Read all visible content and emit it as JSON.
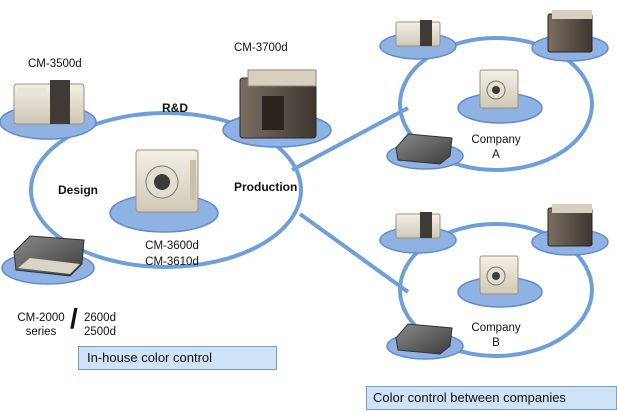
{
  "colors": {
    "ring": "#6f9fd8",
    "pad": "#8fb2e3",
    "pad_edge": "#5f8ccf",
    "box_fill": "#cfe3f6",
    "box_border": "#6f9fd8"
  },
  "labels": {
    "cm3500d": "CM-3500d",
    "cm3700d": "CM-3700d",
    "rd": "R&D",
    "design": "Design",
    "production": "Production",
    "cm3600d": "CM-3600d",
    "cm3610d": "CM-3610d",
    "cm2000": "CM-2000",
    "series": "series",
    "slash": "/",
    "cm2600d": "2600d",
    "cm2500d": "2500d",
    "company_a_1": "Company",
    "company_a_2": "A",
    "company_b_1": "Company",
    "company_b_2": "B"
  },
  "boxes": {
    "inhouse": "In-house color control",
    "between": "Color control between companies"
  }
}
